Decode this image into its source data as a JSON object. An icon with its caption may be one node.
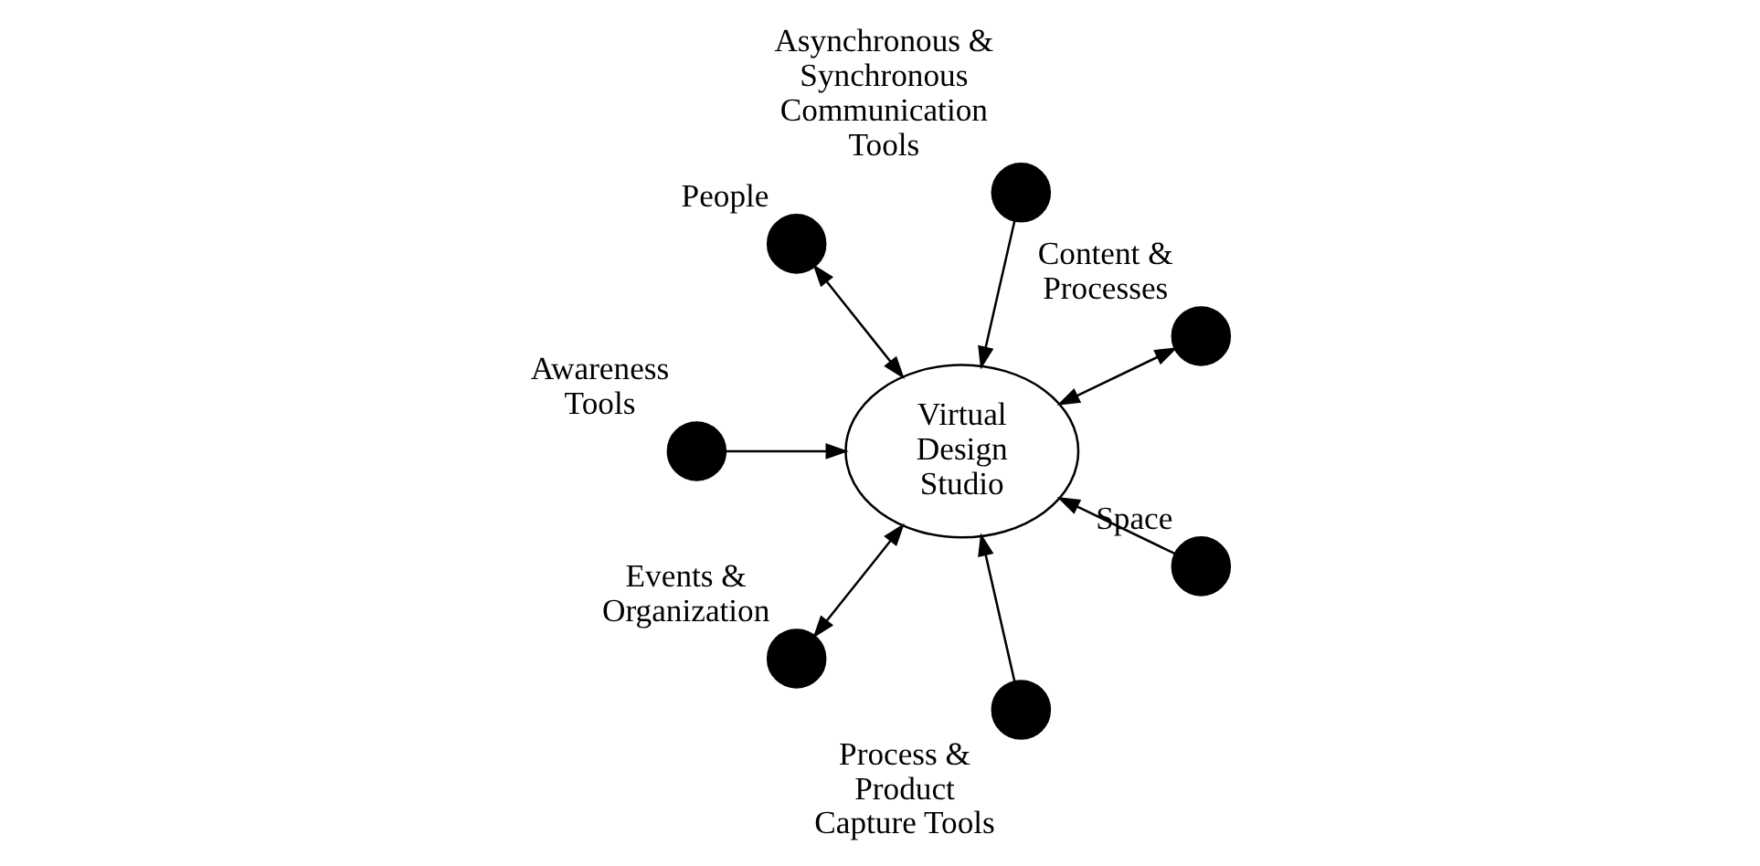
{
  "diagram": {
    "nodes": [
      {
        "text": [],
        "shape": "circle",
        "beside": [
          "Content & Processes"
        ]
      },
      {
        "text": [],
        "shape": "circle",
        "beside": [
          "Asynchronous & Synchronous Communication Tools"
        ]
      },
      {
        "text": [],
        "shape": "circle",
        "beside": [
          "People"
        ]
      },
      {
        "text": [
          "Virtual Design Studio"
        ]
      },
      {
        "text": [],
        "shape": "circle",
        "beside": [
          "Awareness Tools"
        ]
      },
      {
        "text": [],
        "shape": "circle",
        "beside": [
          "Events & Organization"
        ]
      },
      {
        "text": [],
        "shape": "circle",
        "beside": [
          "Process & Product Capture Tools"
        ]
      },
      {
        "text": [],
        "shape": "circle",
        "beside": [
          "Space"
        ]
      }
    ],
    "edges": [
      {
        "from": 0,
        "to": 3,
        "arrow": "both"
      },
      {
        "from": 1,
        "to": 3,
        "arrow": "to"
      },
      {
        "from": 2,
        "to": 3,
        "arrow": "both"
      },
      {
        "from": 4,
        "to": 3,
        "arrow": "to"
      },
      {
        "from": 5,
        "to": 3,
        "arrow": "both"
      },
      {
        "from": 7,
        "to": 3,
        "arrow": "to"
      },
      {
        "from": 6,
        "to": 3,
        "arrow": "to"
      }
    ]
  }
}
